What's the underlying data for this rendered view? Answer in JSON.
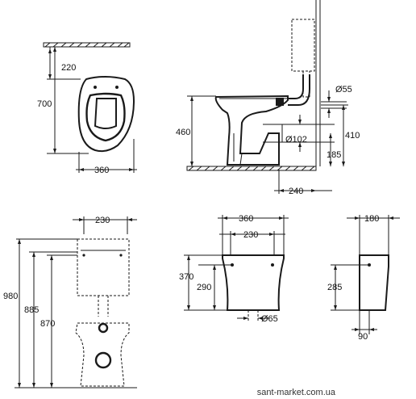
{
  "views": {
    "top": {
      "top_offset": "220",
      "overall_length": "700",
      "width": "360"
    },
    "side": {
      "outlet_diameter": "Ø55",
      "spigot_diameter": "Ø102",
      "bowl_height": "460",
      "inlet_height": "410",
      "outlet_height": "185",
      "outlet_distance": "240"
    },
    "front": {
      "cistern_width": "230",
      "height_1": "980",
      "height_2": "885",
      "height_3": "870"
    },
    "cistern_front": {
      "width_outer": "360",
      "width_inner": "230",
      "height_outer": "370",
      "height_inner": "290",
      "valve_diameter": "Ø65"
    },
    "cistern_side": {
      "depth": "180",
      "height": "285",
      "offset": "90"
    }
  },
  "watermark": "sant-market.com.ua"
}
